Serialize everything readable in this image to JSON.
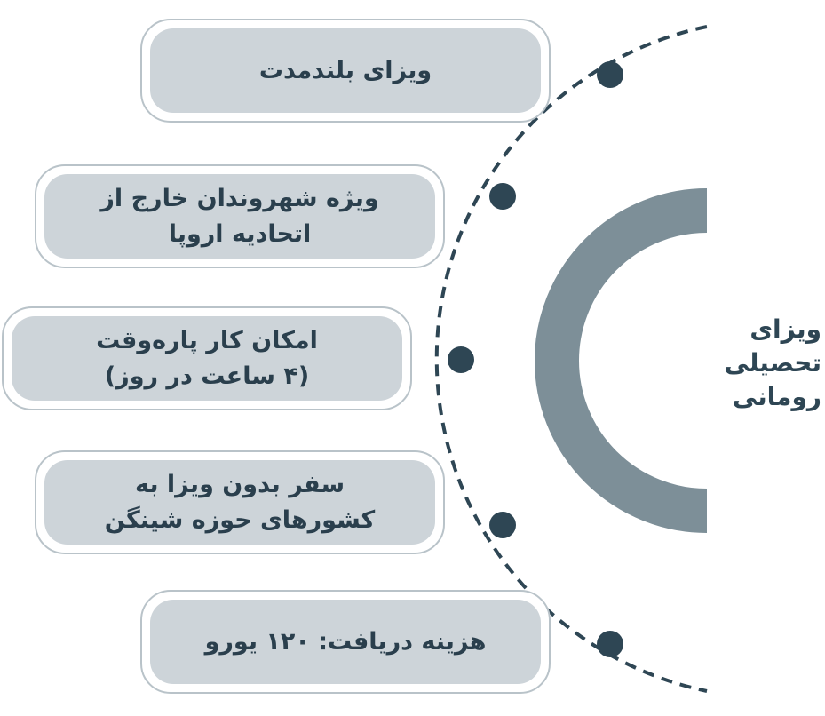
{
  "center": {
    "title": "ویزای\nتحصیلی\nرومانی"
  },
  "items": [
    {
      "label": "ویزای بلندمدت"
    },
    {
      "label": "ویژه شهروندان خارج از\nاتحادیه اروپا"
    },
    {
      "label": "امکان کار پاره‌وقت\n(۴ ساعت در روز)"
    },
    {
      "label": "سفر بدون ویزا به\nکشورهای حوزه شینگن"
    },
    {
      "label": "هزینه دریافت: ۱۲۰ یورو"
    }
  ],
  "colors": {
    "arc": "#2e4654",
    "inner_ring": "#7d8f98",
    "pill_fill": "#cdd4d9",
    "pill_border": "#b9c3c9",
    "text": "#2a3f4d"
  }
}
